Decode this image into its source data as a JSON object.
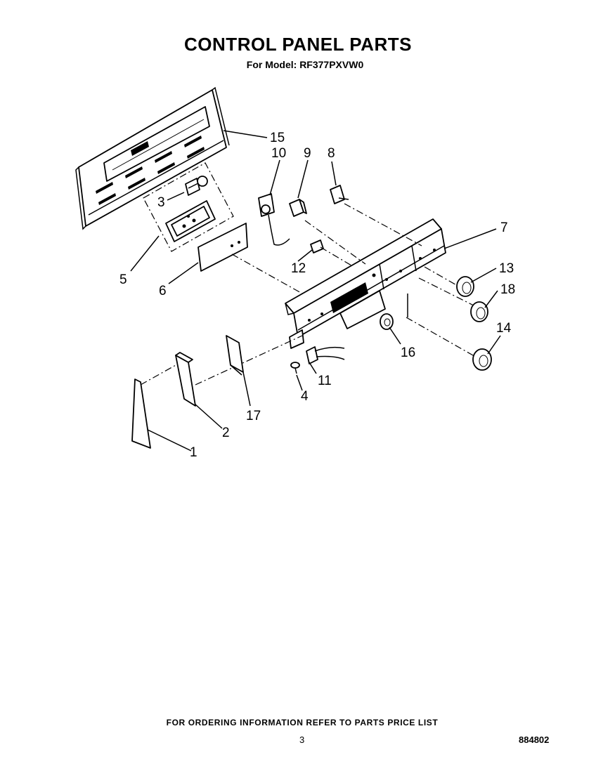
{
  "header": {
    "title": "CONTROL PANEL PARTS",
    "subtitle": "For Model: RF377PXVW0"
  },
  "callouts": {
    "c1": "1",
    "c2": "2",
    "c3": "3",
    "c4": "4",
    "c5": "5",
    "c6": "6",
    "c7": "7",
    "c8": "8",
    "c9": "9",
    "c10": "10",
    "c11": "11",
    "c12": "12",
    "c13": "13",
    "c14": "14",
    "c15": "15",
    "c16": "16",
    "c17": "17",
    "c18": "18"
  },
  "footer": {
    "note": "FOR ORDERING INFORMATION REFER TO PARTS PRICE LIST",
    "page": "3",
    "doc_number": "884802"
  }
}
